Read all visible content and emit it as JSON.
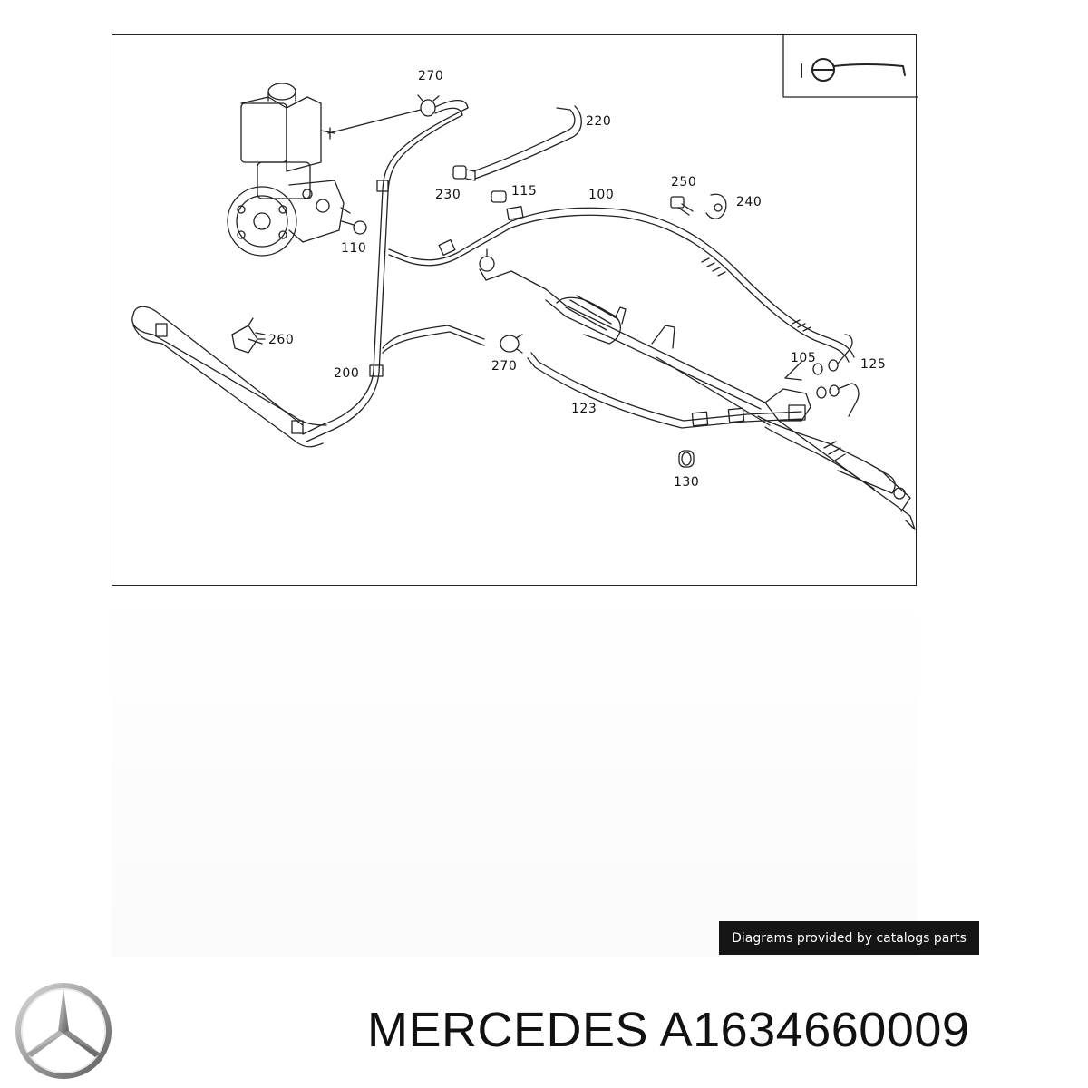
{
  "diagram": {
    "callouts": [
      {
        "id": "270a",
        "label": "270"
      },
      {
        "id": "220",
        "label": "220"
      },
      {
        "id": "230",
        "label": "230"
      },
      {
        "id": "115",
        "label": "115"
      },
      {
        "id": "100",
        "label": "100"
      },
      {
        "id": "250",
        "label": "250"
      },
      {
        "id": "240",
        "label": "240"
      },
      {
        "id": "110",
        "label": "110"
      },
      {
        "id": "260",
        "label": "260"
      },
      {
        "id": "200",
        "label": "200"
      },
      {
        "id": "270b",
        "label": "270"
      },
      {
        "id": "105",
        "label": "105"
      },
      {
        "id": "125",
        "label": "125"
      },
      {
        "id": "123",
        "label": "123"
      },
      {
        "id": "130",
        "label": "130"
      }
    ]
  },
  "credit": "Diagrams provided by catalogs parts",
  "product": {
    "brand": "MERCEDES",
    "part_number": "A1634660009",
    "title": "MERCEDES A1634660009"
  },
  "colors": {
    "line": "#222222",
    "badge_bg": "#151515",
    "badge_text": "#ffffff"
  }
}
